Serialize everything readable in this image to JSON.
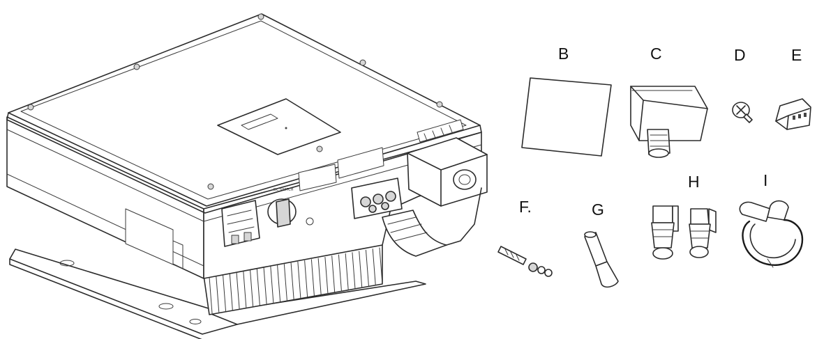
{
  "labels": {
    "b": "B",
    "c": "C",
    "d": "D",
    "e": "E",
    "f": "F.",
    "g": "G",
    "h": "H",
    "i": "I"
  },
  "colors": {
    "line": "#2b2b2b",
    "background": "#ffffff",
    "shade": "#d6d6d6"
  }
}
